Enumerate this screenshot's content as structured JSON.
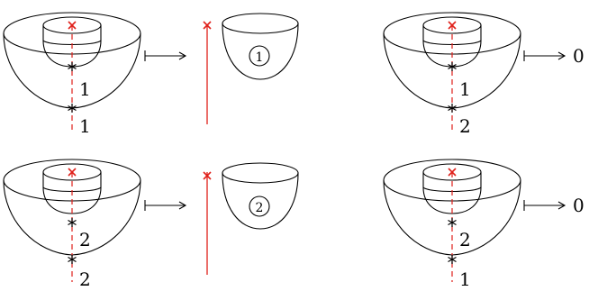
{
  "colors": {
    "stroke": "#000000",
    "accent_red": "#e0201a",
    "background": "#ffffff"
  },
  "figures": [
    {
      "id": "top-left",
      "inner_label": "1",
      "outer_label": "1"
    },
    {
      "id": "top-right",
      "inner_label": "1",
      "outer_label": "2",
      "result": "0"
    },
    {
      "id": "bottom-left",
      "inner_label": "2",
      "outer_label": "2"
    },
    {
      "id": "bottom-right",
      "inner_label": "2",
      "outer_label": "1",
      "result": "0"
    }
  ],
  "cups": [
    {
      "id": "top-cup",
      "label": "1"
    },
    {
      "id": "bottom-cup",
      "label": "2"
    }
  ]
}
